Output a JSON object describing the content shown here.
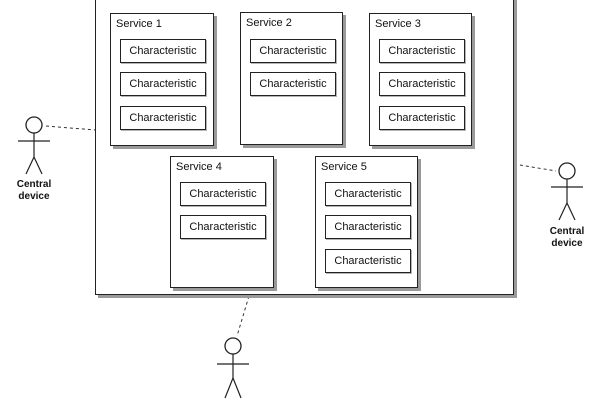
{
  "services": [
    {
      "title": "Service 1",
      "characteristics": [
        "Characteristic",
        "Characteristic",
        "Characteristic"
      ]
    },
    {
      "title": "Service 2",
      "characteristics": [
        "Characteristic",
        "Characteristic"
      ]
    },
    {
      "title": "Service 3",
      "characteristics": [
        "Characteristic",
        "Characteristic",
        "Characteristic"
      ]
    },
    {
      "title": "Service 4",
      "characteristics": [
        "Characteristic",
        "Characteristic"
      ]
    },
    {
      "title": "Service 5",
      "characteristics": [
        "Characteristic",
        "Characteristic",
        "Characteristic"
      ]
    }
  ],
  "actors": [
    {
      "label": "Central\ndevice"
    },
    {
      "label": "Central\ndevice"
    },
    {
      "label": ""
    }
  ]
}
